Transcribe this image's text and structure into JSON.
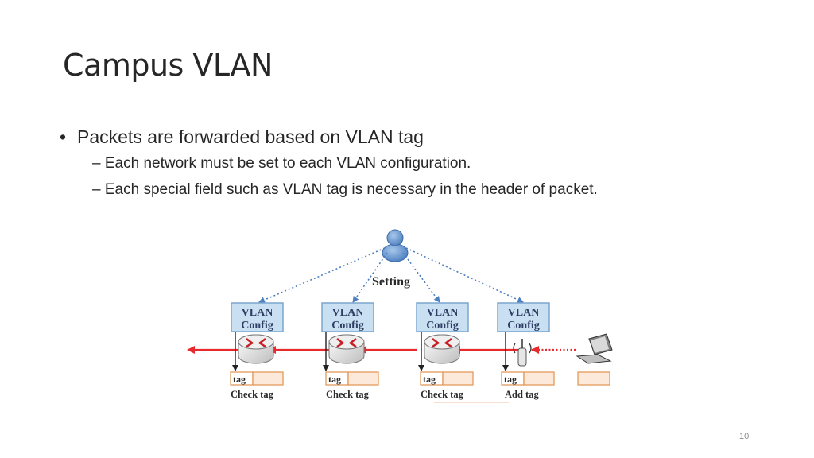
{
  "slide": {
    "title": "Campus VLAN",
    "bullets": [
      {
        "text": "Packets are forwarded based on VLAN tag",
        "sub": [
          "Each network must be set to each VLAN configuration.",
          "Each special field such as VLAN tag is necessary in the header of packet."
        ]
      }
    ],
    "page_number": "10"
  },
  "diagram": {
    "setting_label": "Setting",
    "config_line1": "VLAN",
    "config_line2": "Config",
    "tag_label": "tag",
    "nodes": [
      {
        "type": "router",
        "caption": "Check tag"
      },
      {
        "type": "router",
        "caption": "Check tag"
      },
      {
        "type": "router",
        "caption": "Check tag"
      },
      {
        "type": "access-point",
        "caption": "Add tag"
      }
    ],
    "colors": {
      "config_box_fill": "#c9dff2",
      "config_box_stroke": "#7aa6cf",
      "packet_arrow": "#e8292e",
      "dotted_line": "#4d7fc1",
      "tag_field_fill": "#fde9d9",
      "tag_field_stroke": "#e39a5c"
    }
  }
}
